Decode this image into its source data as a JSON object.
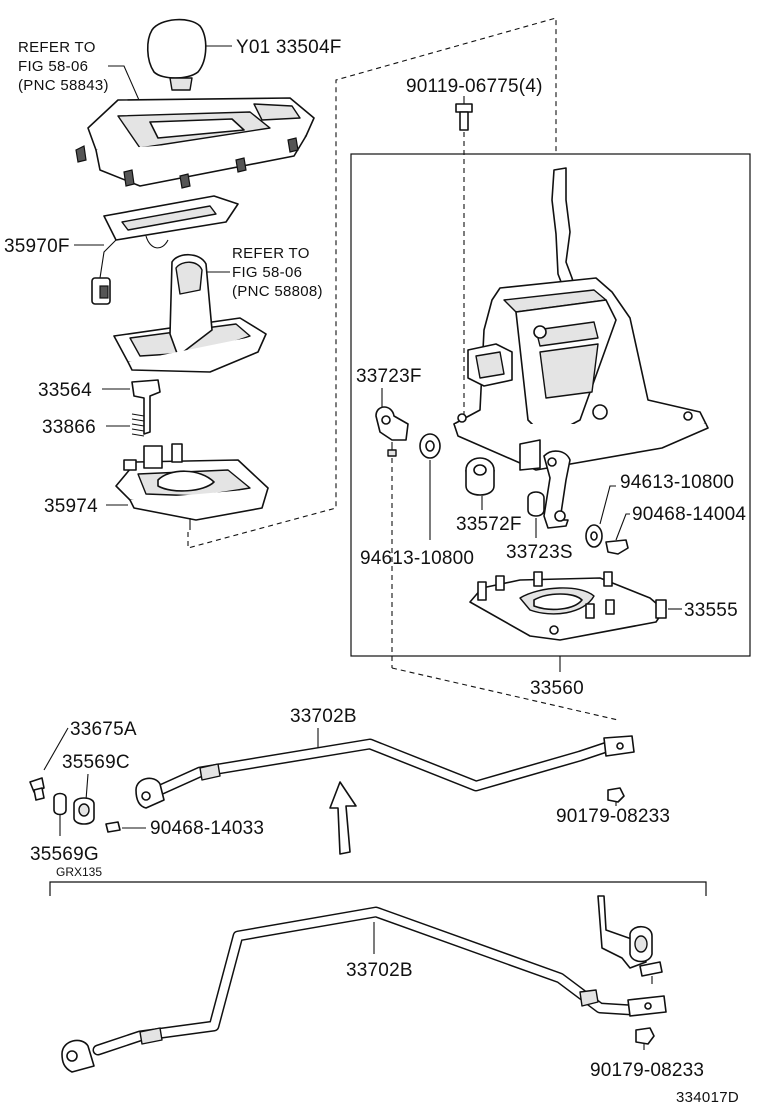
{
  "labels": {
    "knob": "Y01 33504F",
    "refer_top_1": "REFER TO",
    "refer_top_2": "FIG 58-06",
    "refer_top_3": "(PNC 58843)",
    "refer_mid_1": "REFER TO",
    "refer_mid_2": "FIG 58-06",
    "refer_mid_3": "(PNC 58808)",
    "p35970F": "35970F",
    "p33564": "33564",
    "p33866": "33866",
    "p35974": "35974",
    "bolt": "90119-06775(4)",
    "p33723F": "33723F",
    "p94613_right": "94613-10800",
    "p90468_right": "90468-14004",
    "p33572F": "33572F",
    "p33723S": "33723S",
    "p94613_left": "94613-10800",
    "p33555": "33555",
    "p33560": "33560",
    "p33675A": "33675A",
    "p35569C": "35569C",
    "p35569G": "35569G",
    "p90468_bottom": "90468-14033",
    "p33702B_top": "33702B",
    "p90179_top": "90179-08233",
    "grx": "GRX135",
    "p33702B_bottom": "33702B",
    "p90179_bottom": "90179-08233",
    "figure_code": "334017D"
  }
}
